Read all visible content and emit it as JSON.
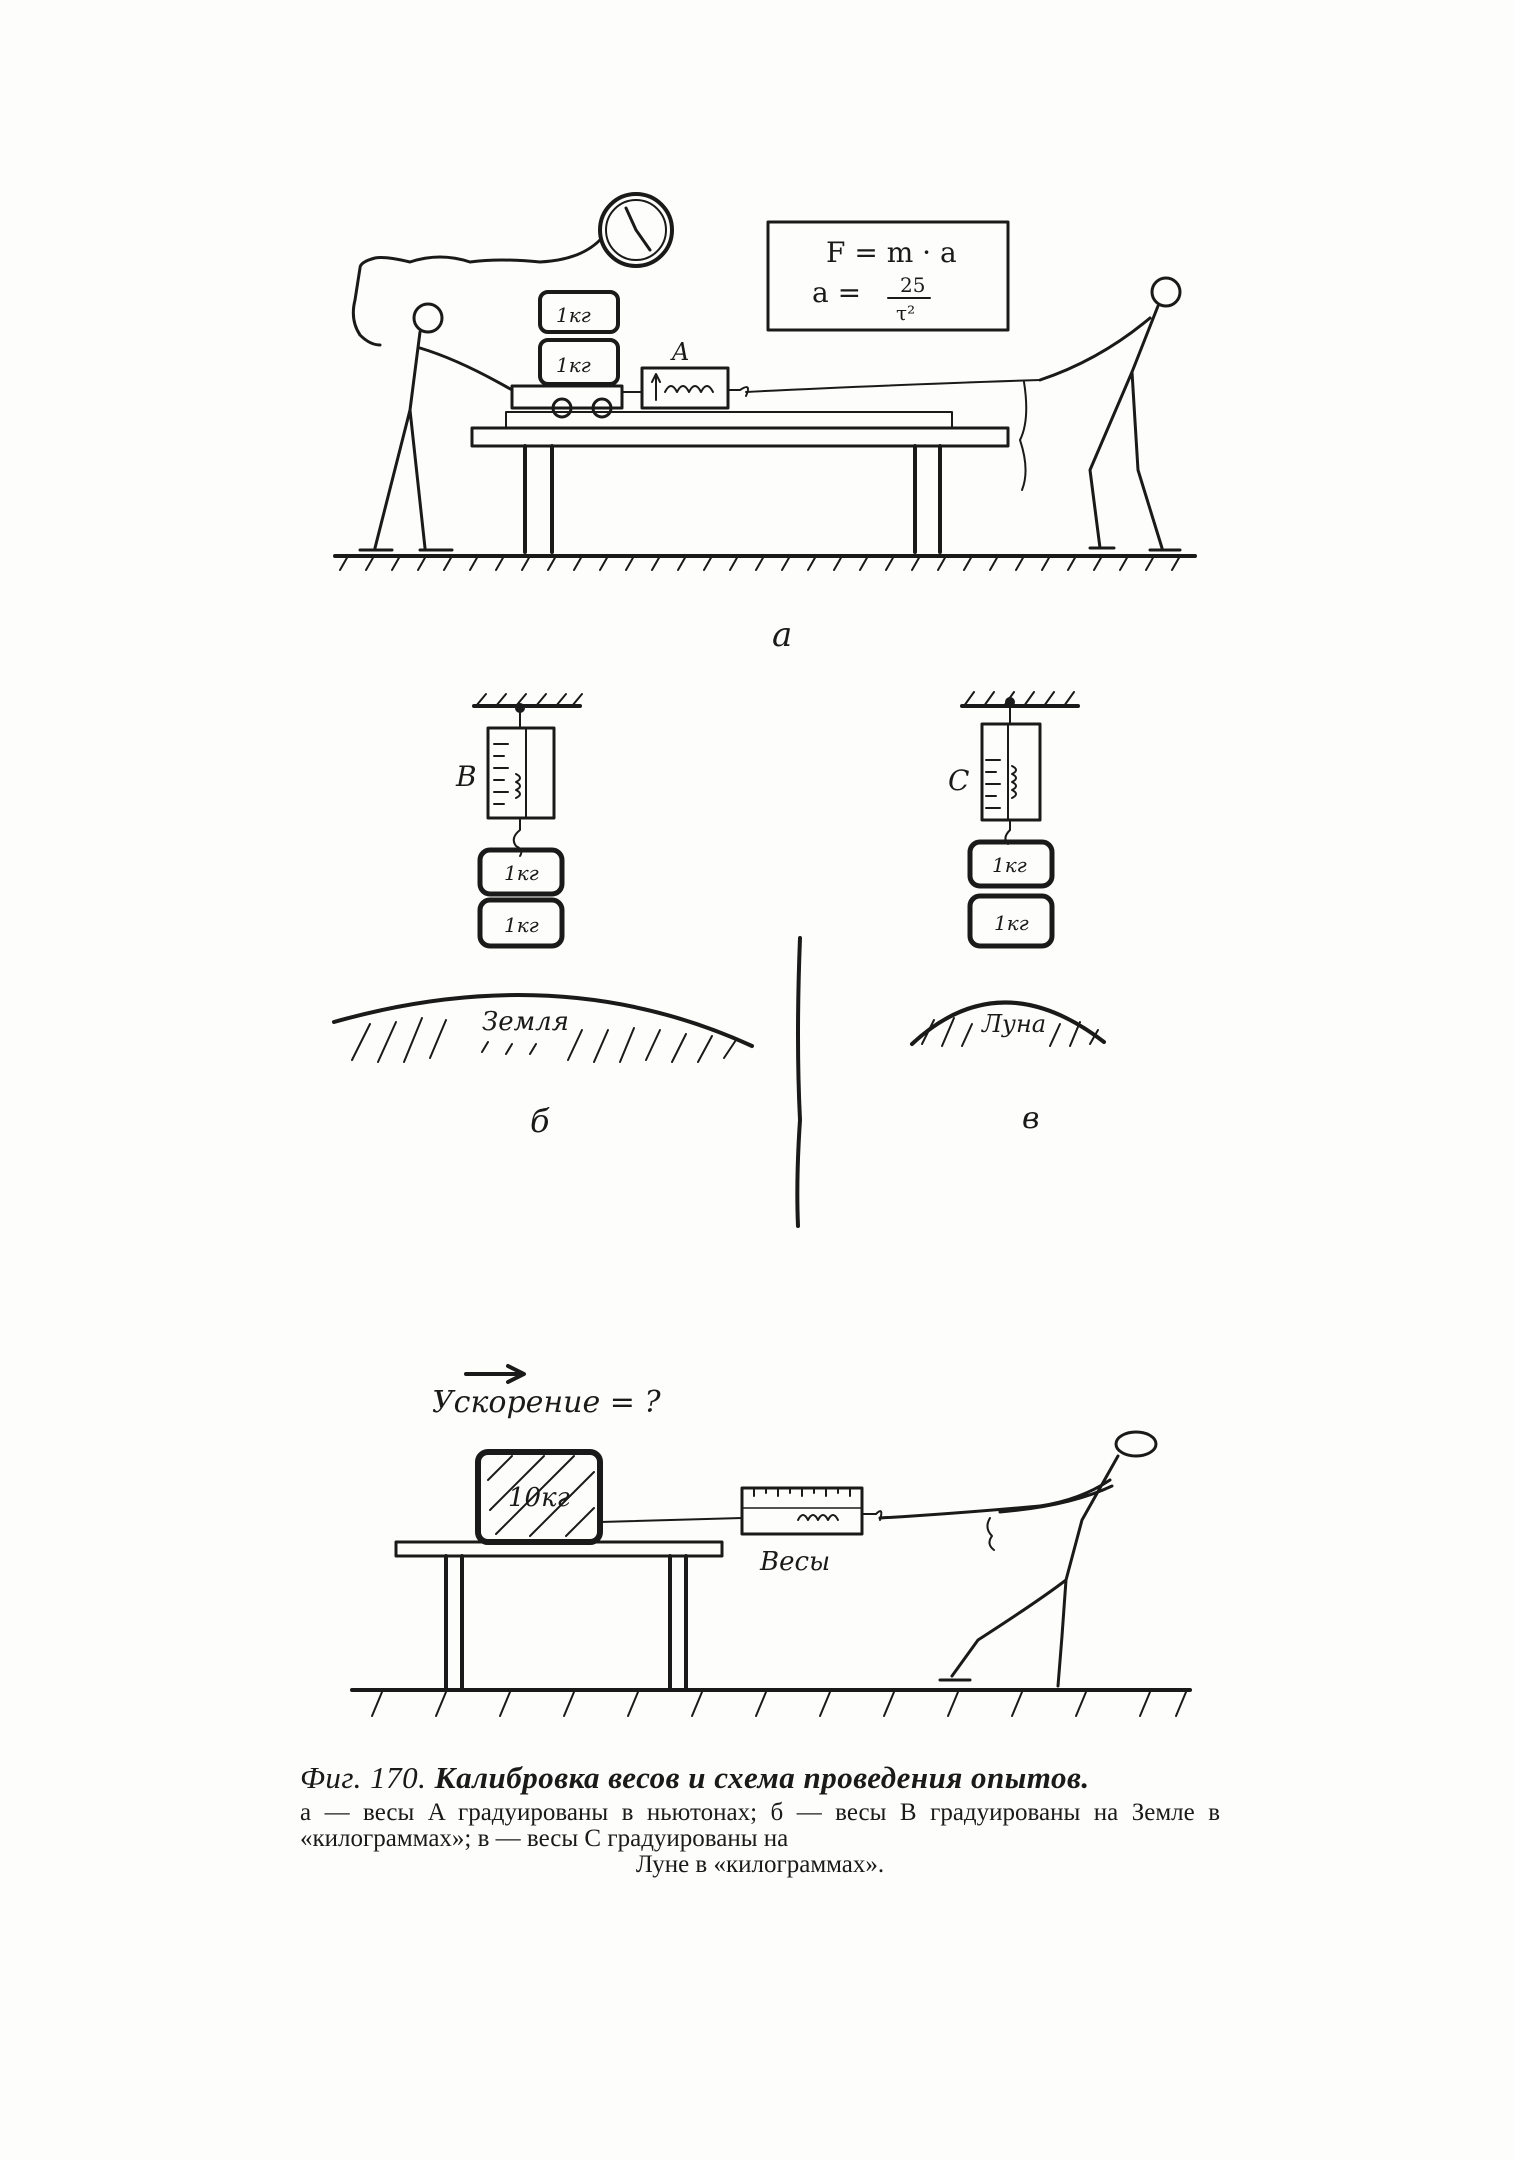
{
  "panel_a": {
    "formula_force": "F = m · a",
    "formula_accel": "a =",
    "formula_num": "25",
    "formula_den": "τ²",
    "scale_label": "A",
    "weight_top": "1кг",
    "weight_bottom": "1кг",
    "panel_letter": "a"
  },
  "panel_b": {
    "scale_label": "B",
    "weight_top": "1кг",
    "weight_bottom": "1кг",
    "ground_label": "Земля",
    "panel_letter": "б"
  },
  "panel_v": {
    "scale_label": "C",
    "weight_top": "1кг",
    "weight_bottom": "1кг",
    "ground_label": "Луна",
    "panel_letter": "в"
  },
  "panel_accel": {
    "question": "Ускорение = ?",
    "block_mass": "10кг",
    "scale_label": "Весы"
  },
  "caption": {
    "figure_label": "Фиг. 170.",
    "title": "Калибровка весов и схема проведения опытов.",
    "body_main": "а — весы A градуированы в ньютонах; б — весы B градуированы на Земле в «килограммах»; в — весы C градуированы на",
    "body_last": "Луне в «килограммах»."
  }
}
